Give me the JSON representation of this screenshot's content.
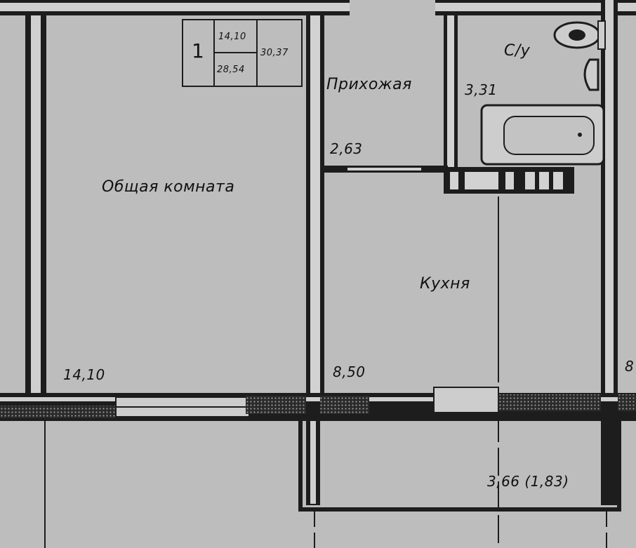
{
  "apartment_box": {
    "number": "1",
    "living_area": "14,10",
    "total_area_no_balcony": "28,54",
    "total_area": "30,37"
  },
  "rooms": {
    "living_room": {
      "name": "Общая комната",
      "area": "14,10"
    },
    "hallway": {
      "name": "Прихожая",
      "area": "2,63"
    },
    "bathroom": {
      "name": "С/у",
      "area": "3,31"
    },
    "kitchen": {
      "name": "Кухня",
      "area": "8,50"
    },
    "loggia": {
      "area": "3,66 (1,83)"
    },
    "neighbor_partial": {
      "area": "8"
    }
  }
}
